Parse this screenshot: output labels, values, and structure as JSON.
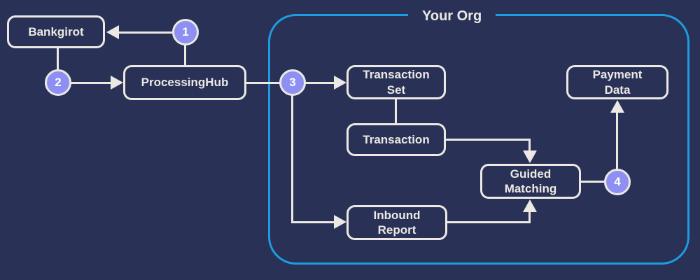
{
  "diagram": {
    "org_group": {
      "title": "Your Org",
      "border_color": "#1d9de0"
    },
    "nodes": {
      "bankgirot": {
        "label": "Bankgirot"
      },
      "processing_hub": {
        "label": "ProcessingHub"
      },
      "transaction_set": {
        "label": "Transaction Set"
      },
      "transaction": {
        "label": "Transaction"
      },
      "payment_data": {
        "label": "Payment Data"
      },
      "guided_matching": {
        "label": "Guided Matching"
      },
      "inbound_report": {
        "label": "Inbound Report"
      }
    },
    "step_badges": {
      "step1": {
        "label": "1"
      },
      "step2": {
        "label": "2"
      },
      "step3": {
        "label": "3"
      },
      "step4": {
        "label": "4"
      }
    },
    "edges": [
      "step1 -> bankgirot",
      "step1 -> processing_hub",
      "bankgirot -> step2",
      "step2 -> processing_hub",
      "processing_hub -> step3",
      "step3 -> transaction_set",
      "step3 -> inbound_report",
      "transaction_set -> transaction",
      "transaction -> guided_matching",
      "inbound_report -> guided_matching",
      "guided_matching -> step4",
      "step4 -> payment_data"
    ],
    "colors": {
      "background": "#293156",
      "node_stroke": "#ece9e4",
      "badge_fill": "#8d90f2",
      "badge_text": "#ffffff"
    }
  }
}
